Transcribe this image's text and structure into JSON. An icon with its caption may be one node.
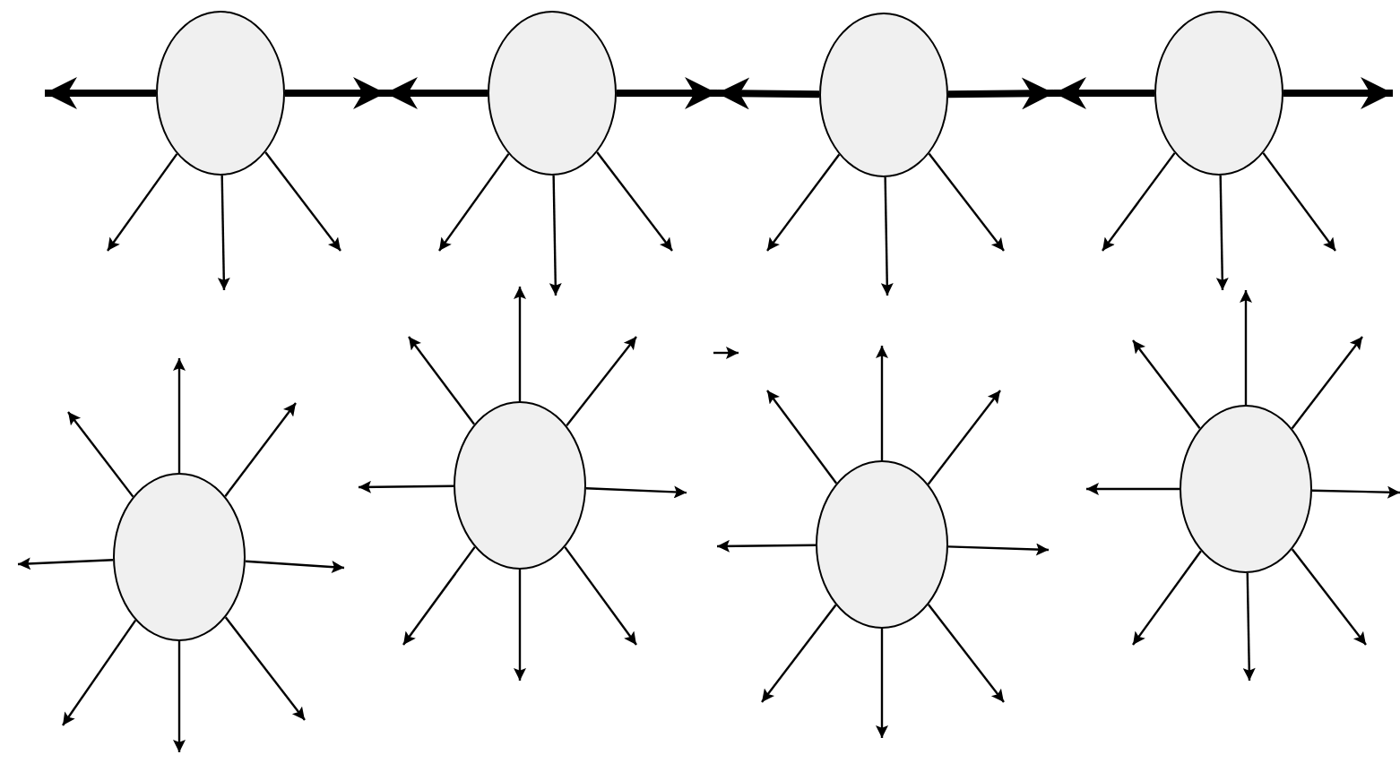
{
  "diagram": {
    "nodes": [
      {
        "text": [],
        "shape": "circle"
      },
      {
        "text": [],
        "shape": "circle"
      },
      {
        "text": [],
        "shape": "circle"
      },
      {
        "text": [],
        "shape": "circle"
      },
      {
        "text": [],
        "shape": "circle"
      },
      {
        "text": [],
        "shape": "circle"
      },
      {
        "text": [],
        "shape": "circle"
      },
      {
        "text": [],
        "shape": "circle"
      }
    ],
    "edges": [
      {
        "from": 0,
        "to": null,
        "arrow": "to",
        "style": "thick"
      },
      {
        "from": 0,
        "to": null,
        "arrow": "to",
        "style": "thick"
      },
      {
        "from": 0,
        "to": null,
        "arrow": "to"
      },
      {
        "from": 0,
        "to": null,
        "arrow": "to"
      },
      {
        "from": 0,
        "to": null,
        "arrow": "to"
      },
      {
        "from": 1,
        "to": null,
        "arrow": "to",
        "style": "thick"
      },
      {
        "from": 1,
        "to": null,
        "arrow": "to",
        "style": "thick"
      },
      {
        "from": 1,
        "to": null,
        "arrow": "to"
      },
      {
        "from": 1,
        "to": null,
        "arrow": "to"
      },
      {
        "from": 1,
        "to": null,
        "arrow": "to"
      },
      {
        "from": 2,
        "to": null,
        "arrow": "to",
        "style": "thick"
      },
      {
        "from": 2,
        "to": null,
        "arrow": "to",
        "style": "thick"
      },
      {
        "from": 2,
        "to": null,
        "arrow": "to"
      },
      {
        "from": 2,
        "to": null,
        "arrow": "to"
      },
      {
        "from": 2,
        "to": null,
        "arrow": "to"
      },
      {
        "from": 3,
        "to": null,
        "arrow": "to",
        "style": "thick"
      },
      {
        "from": 3,
        "to": null,
        "arrow": "to",
        "style": "thick"
      },
      {
        "from": 3,
        "to": null,
        "arrow": "to"
      },
      {
        "from": 3,
        "to": null,
        "arrow": "to"
      },
      {
        "from": 3,
        "to": null,
        "arrow": "to"
      },
      {
        "from": 4,
        "to": null,
        "arrow": "to"
      },
      {
        "from": 4,
        "to": null,
        "arrow": "to"
      },
      {
        "from": 4,
        "to": null,
        "arrow": "to"
      },
      {
        "from": 4,
        "to": null,
        "arrow": "to"
      },
      {
        "from": 4,
        "to": null,
        "arrow": "to"
      },
      {
        "from": 4,
        "to": null,
        "arrow": "to"
      },
      {
        "from": 4,
        "to": null,
        "arrow": "to"
      },
      {
        "from": 4,
        "to": null,
        "arrow": "to"
      },
      {
        "from": 5,
        "to": null,
        "arrow": "to"
      },
      {
        "from": 5,
        "to": null,
        "arrow": "to"
      },
      {
        "from": 5,
        "to": null,
        "arrow": "to"
      },
      {
        "from": 5,
        "to": null,
        "arrow": "to"
      },
      {
        "from": 5,
        "to": null,
        "arrow": "to"
      },
      {
        "from": 5,
        "to": null,
        "arrow": "to"
      },
      {
        "from": 5,
        "to": null,
        "arrow": "to"
      },
      {
        "from": 5,
        "to": null,
        "arrow": "to"
      },
      {
        "from": 6,
        "to": null,
        "arrow": "to"
      },
      {
        "from": 6,
        "to": null,
        "arrow": "to"
      },
      {
        "from": 6,
        "to": null,
        "arrow": "to"
      },
      {
        "from": 6,
        "to": null,
        "arrow": "to"
      },
      {
        "from": 6,
        "to": null,
        "arrow": "to"
      },
      {
        "from": 6,
        "to": null,
        "arrow": "to"
      },
      {
        "from": 6,
        "to": null,
        "arrow": "to"
      },
      {
        "from": 6,
        "to": null,
        "arrow": "to"
      },
      {
        "from": 7,
        "to": null,
        "arrow": "to"
      },
      {
        "from": 7,
        "to": null,
        "arrow": "to"
      },
      {
        "from": 7,
        "to": null,
        "arrow": "to"
      },
      {
        "from": 7,
        "to": null,
        "arrow": "to"
      },
      {
        "from": 7,
        "to": null,
        "arrow": "to"
      },
      {
        "from": 7,
        "to": null,
        "arrow": "to"
      },
      {
        "from": 7,
        "to": null,
        "arrow": "to"
      },
      {
        "from": 7,
        "to": null,
        "arrow": "to"
      }
    ]
  }
}
